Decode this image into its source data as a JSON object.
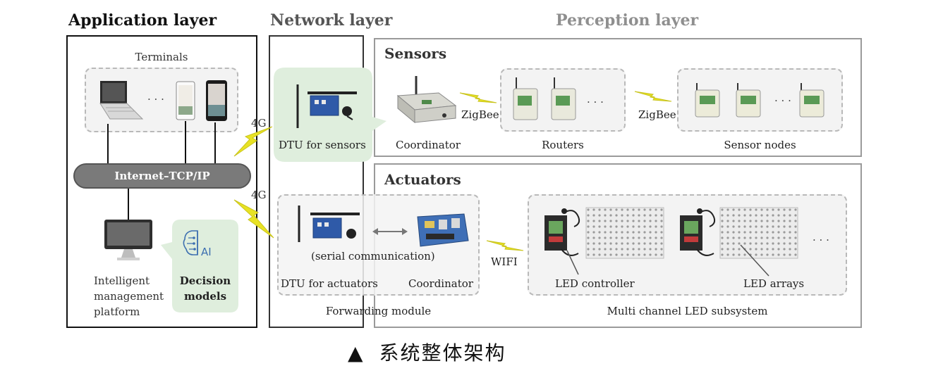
{
  "layers": {
    "application": "Application layer",
    "network": "Network layer",
    "perception": "Perception layer"
  },
  "application": {
    "terminals_label": "Terminals",
    "ellipsis": "· · ·",
    "internet_label": "Internet–TCP/IP",
    "platform_label": [
      "Intelligent",
      "management",
      "platform"
    ],
    "ai_label": "AI",
    "decision_label": [
      "Decision",
      "models"
    ]
  },
  "network": {
    "link_top": "4G",
    "link_bottom": "4G",
    "dtu_sensors_label": "DTU for sensors"
  },
  "sensors": {
    "title": "Sensors",
    "coordinator_label": "Coordinator",
    "zigbee_1": "ZigBee",
    "routers_label": "Routers",
    "zigbee_2": "ZigBee",
    "sensor_nodes_label": "Sensor nodes",
    "ellipsis": "· · ·"
  },
  "actuators": {
    "title": "Actuators",
    "serial_label": "(serial communication)",
    "dtu_actuators_label": "DTU for actuators",
    "coordinator_label": "Coordinator",
    "forwarding_label": "Forwarding module",
    "wifi_label": "WIFI",
    "led_controller_label": "LED controller",
    "led_arrays_label": "LED arrays",
    "multi_channel_label": "Multi channel LED subsystem",
    "ellipsis": "· · ·"
  },
  "caption": {
    "marker": "▲",
    "text": "系统整体架构"
  },
  "colors": {
    "green_highlight": "#dfeedd",
    "internet_bar": "#7a7a7a",
    "lightning": "#e8e224",
    "dashed_fill": "#f3f3f3"
  }
}
